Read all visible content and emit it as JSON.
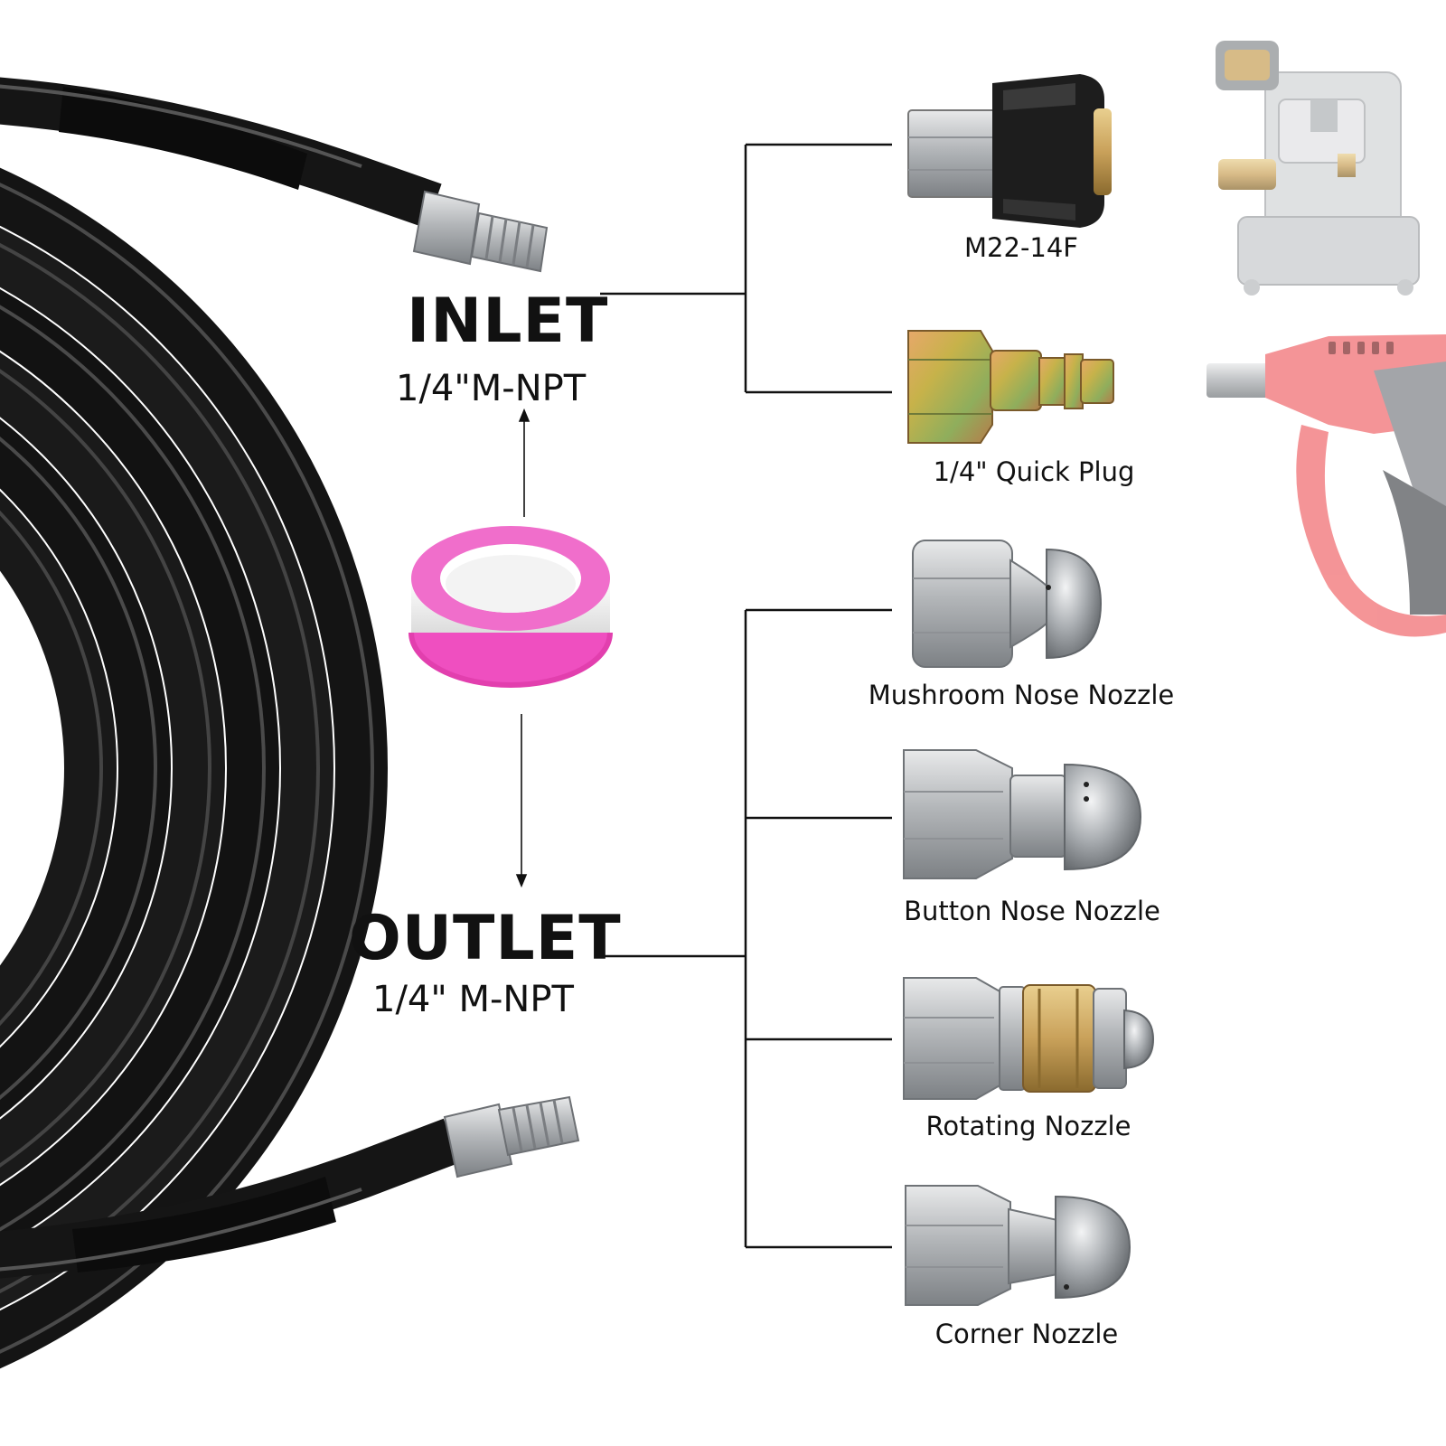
{
  "inlet": {
    "title": "INLET",
    "spec": "1/4\"M-NPT"
  },
  "outlet": {
    "title": "OUTLET",
    "spec": "1/4\" M-NPT"
  },
  "inlet_fittings": [
    {
      "label": "M22-14F",
      "icon": "m22-adapter-icon"
    },
    {
      "label": "1/4\" Quick Plug",
      "icon": "quick-plug-icon"
    }
  ],
  "outlet_nozzles": [
    {
      "label": "Mushroom Nose Nozzle",
      "icon": "mushroom-nozzle-icon"
    },
    {
      "label": "Button Nose Nozzle",
      "icon": "button-nozzle-icon"
    },
    {
      "label": "Rotating Nozzle",
      "icon": "rotating-nozzle-icon"
    },
    {
      "label": "Corner Nozzle",
      "icon": "corner-nozzle-icon"
    }
  ],
  "colors": {
    "hose": "#161616",
    "steel": "#b9bcbf",
    "brass": "#c9a15a",
    "tape_pink": "#ee5bc2",
    "gun_red": "#f2777a",
    "line": "#111111"
  }
}
